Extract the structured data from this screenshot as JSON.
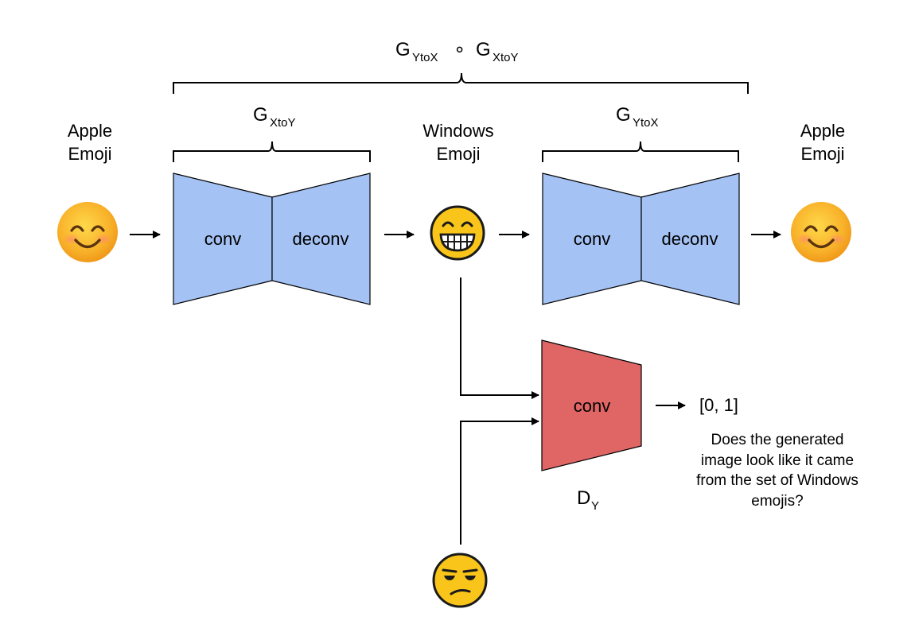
{
  "composition": {
    "g": "G",
    "sub1": "YtoX",
    "op": "∘",
    "sub2": "XtoY"
  },
  "generator_xy": {
    "g": "G",
    "sub": "XtoY"
  },
  "generator_yx": {
    "g": "G",
    "sub": "YtoX"
  },
  "discriminator": {
    "d": "D",
    "sub": "Y"
  },
  "labels": {
    "apple_left": [
      "Apple",
      "Emoji"
    ],
    "windows": [
      "Windows",
      "Emoji"
    ],
    "apple_right": [
      "Apple",
      "Emoji"
    ]
  },
  "blocks": {
    "conv": "conv",
    "deconv": "deconv",
    "d_conv": "conv"
  },
  "output_range": "[0, 1]",
  "question": [
    "Does the generated",
    "image look like it came",
    "from the set of Windows",
    "emojis?"
  ],
  "emoji_icons": [
    "smiling-face-apple-icon",
    "grinning-face-windows-icon",
    "smiling-face-apple-icon",
    "unamused-face-windows-icon"
  ],
  "colors": {
    "generator_fill": "#a4c2f4",
    "discriminator_fill": "#e06666",
    "emoji_apple": "#f7a91c",
    "emoji_windows": "#f9c51a"
  }
}
